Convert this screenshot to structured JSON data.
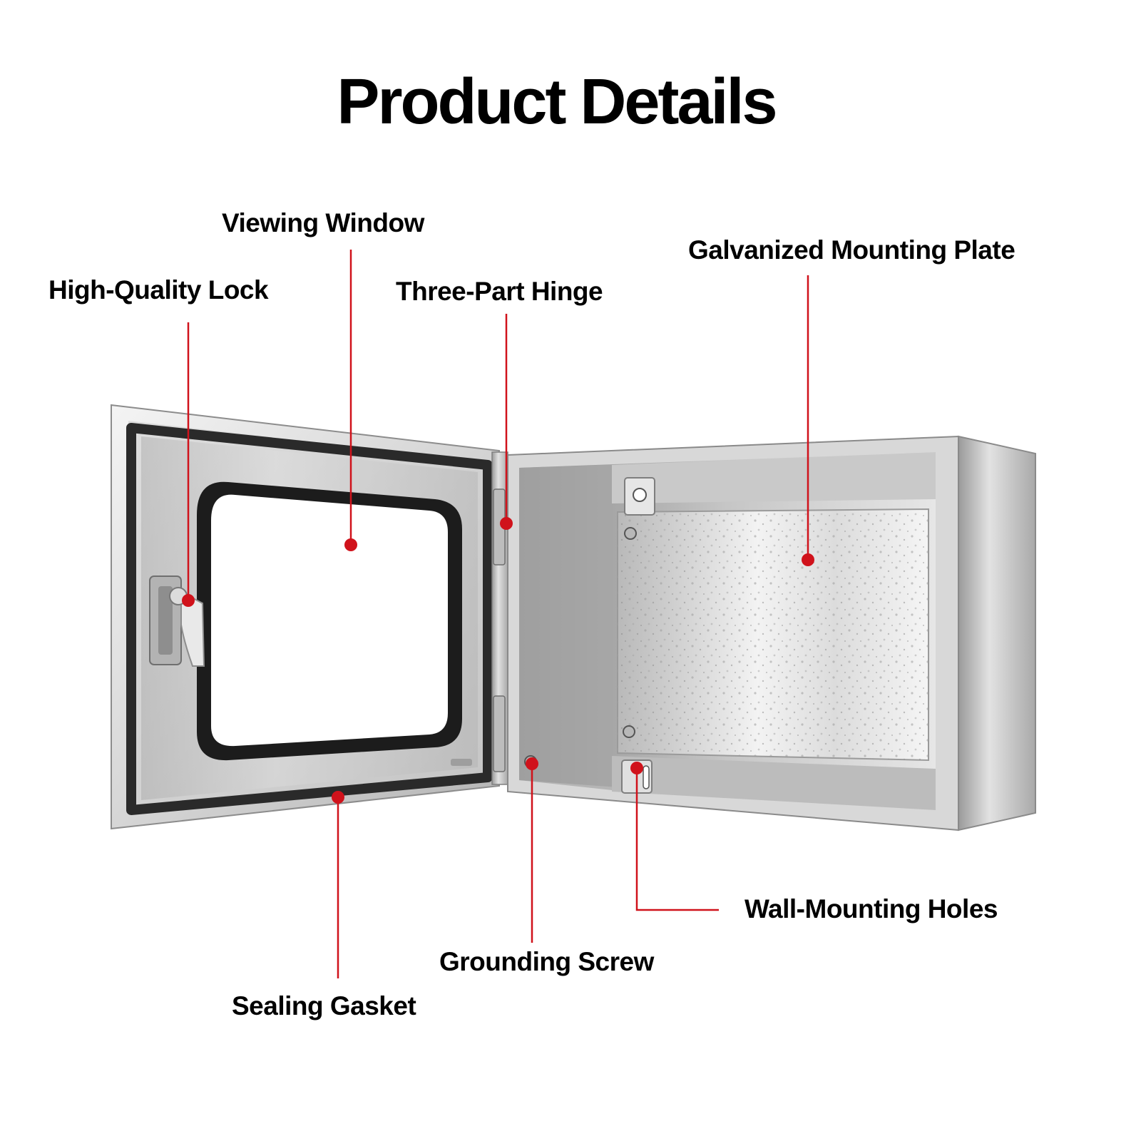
{
  "title": "Product Details",
  "accent_color": "#d0121b",
  "callouts": {
    "viewing_window": "Viewing Window",
    "high_quality_lock": "High-Quality Lock",
    "three_part_hinge": "Three-Part Hinge",
    "galvanized_mounting_plate": "Galvanized Mounting Plate",
    "wall_mounting_holes": "Wall-Mounting Holes",
    "grounding_screw": "Grounding Screw",
    "sealing_gasket": "Sealing Gasket"
  }
}
